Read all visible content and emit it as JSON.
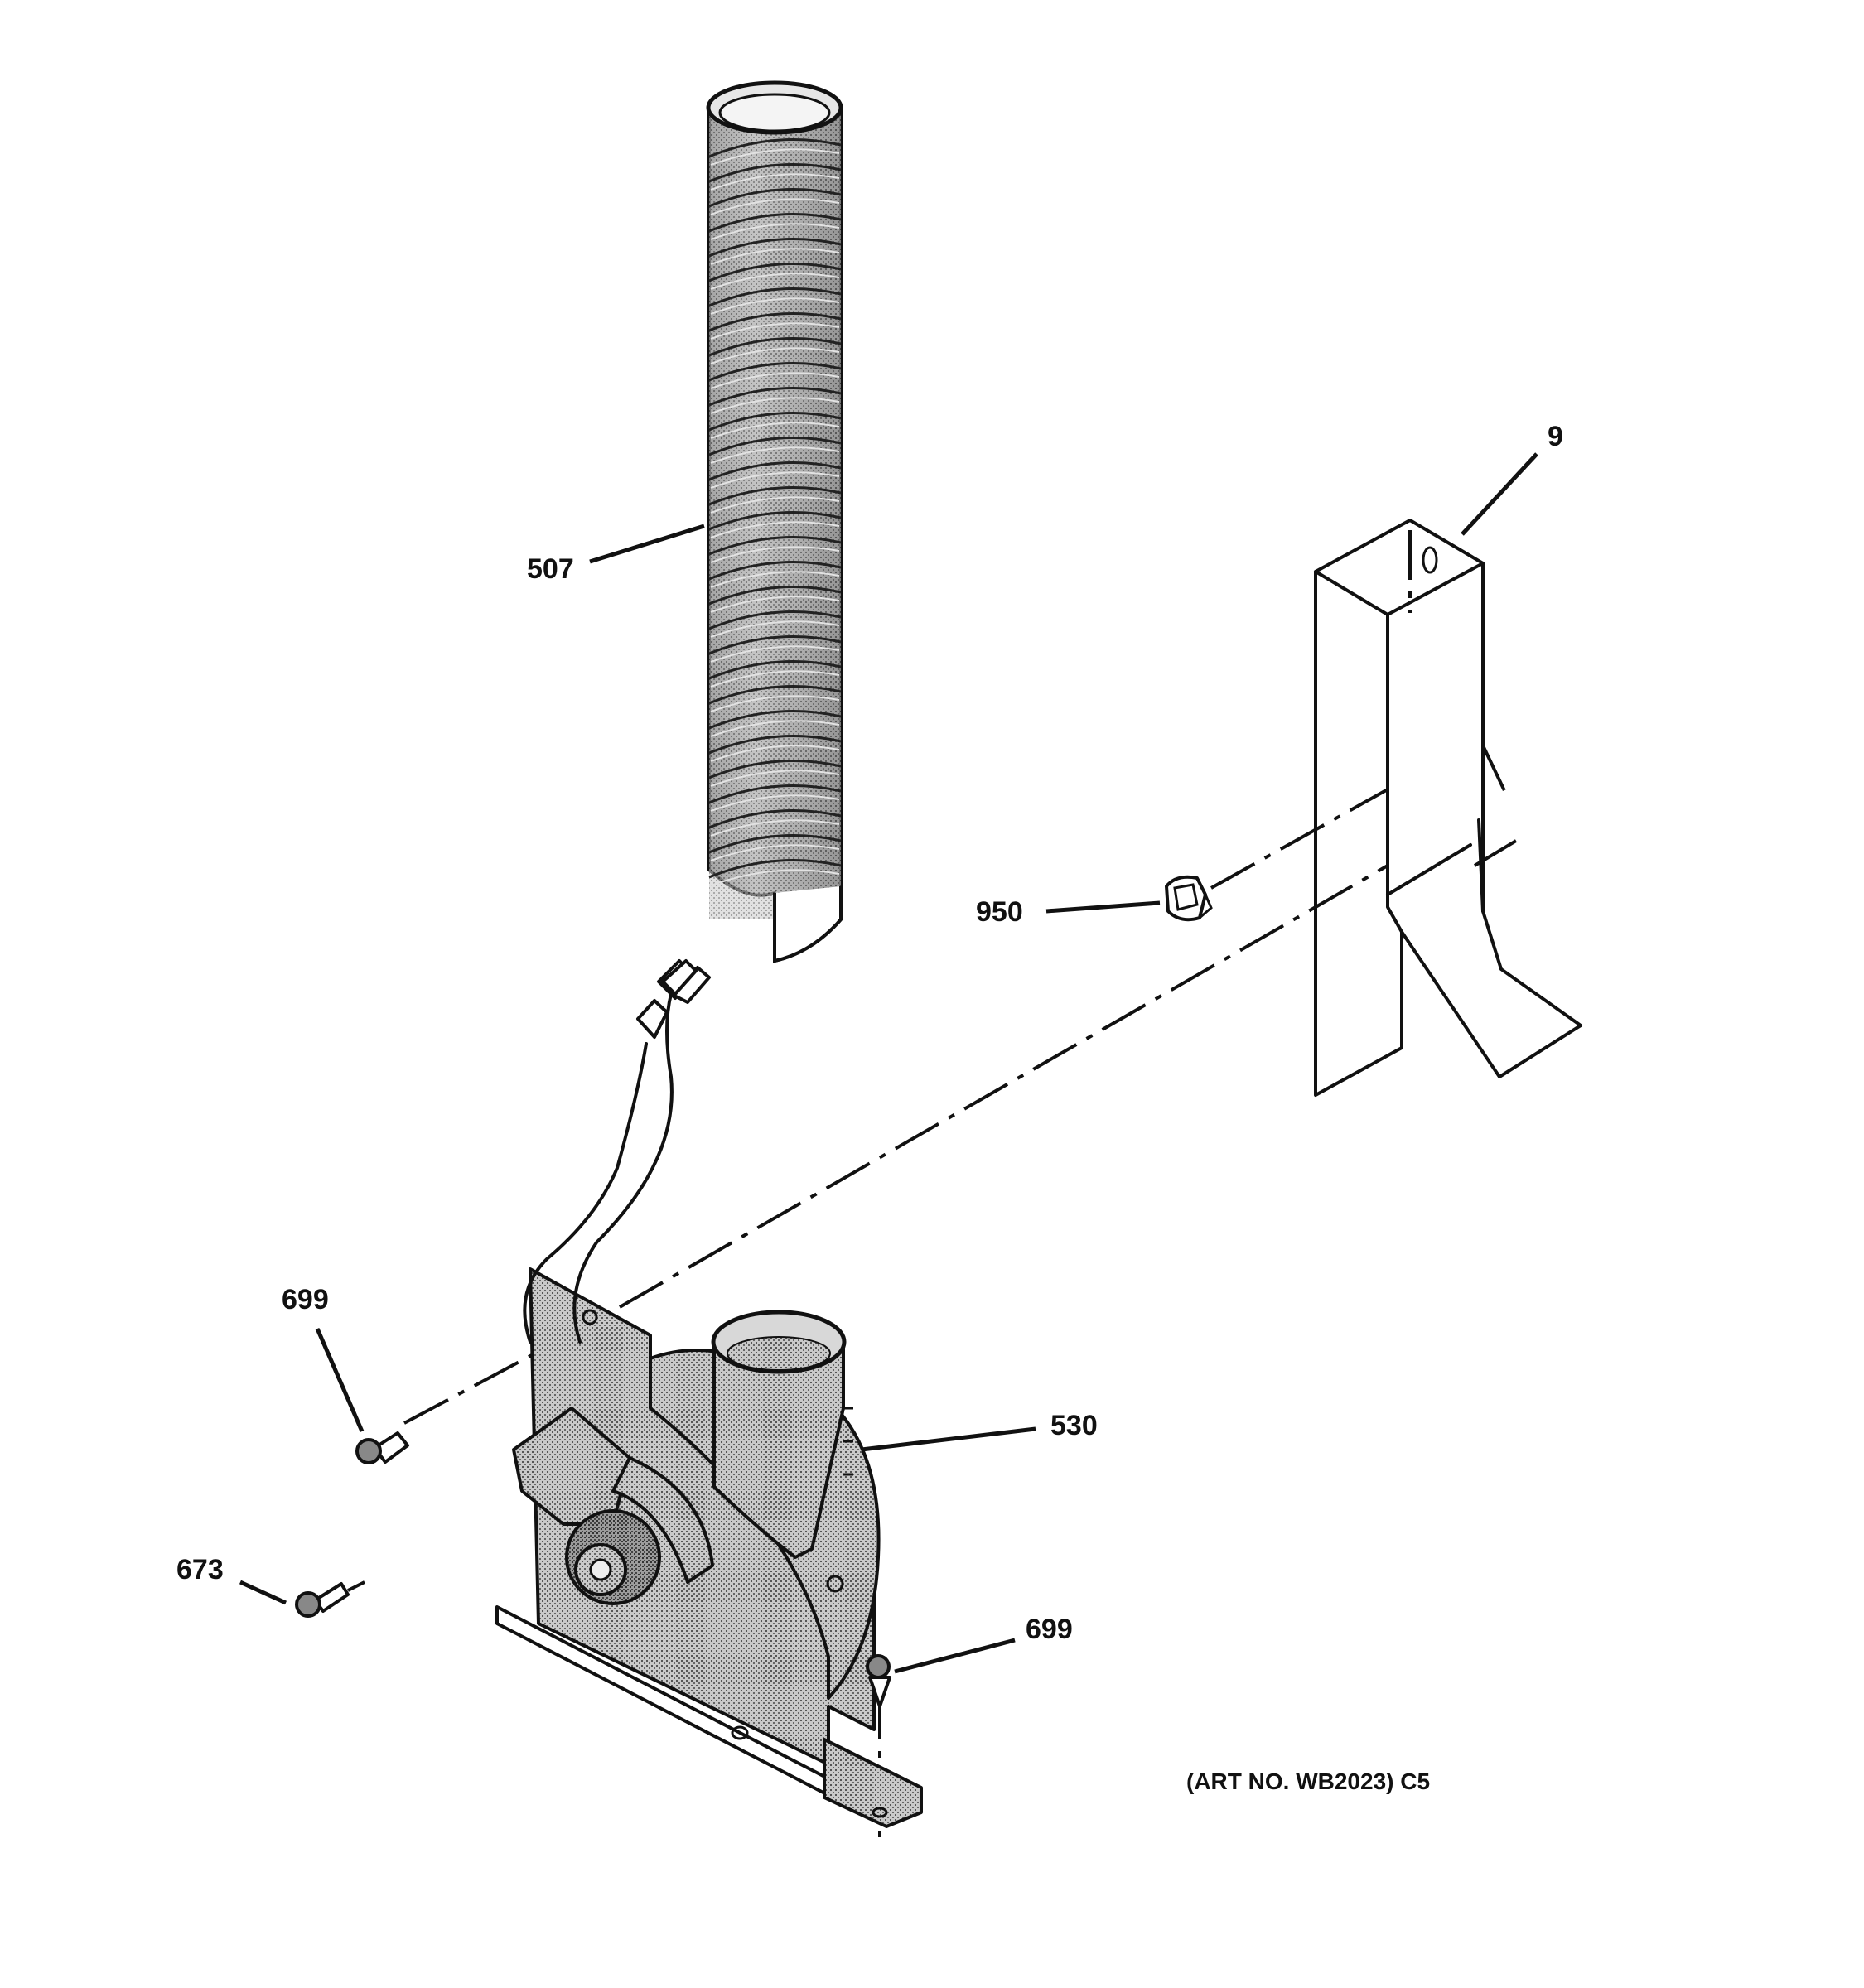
{
  "diagram": {
    "parts": [
      {
        "id": "duct",
        "label": "507"
      },
      {
        "id": "bracket",
        "label": "9"
      },
      {
        "id": "clip",
        "label": "950"
      },
      {
        "id": "blower",
        "label": "530"
      },
      {
        "id": "screw_upper",
        "label": "699"
      },
      {
        "id": "screw_lower",
        "label": "699"
      },
      {
        "id": "screw_small",
        "label": "673"
      }
    ],
    "art_number": "(ART NO. WB2023) C5"
  }
}
